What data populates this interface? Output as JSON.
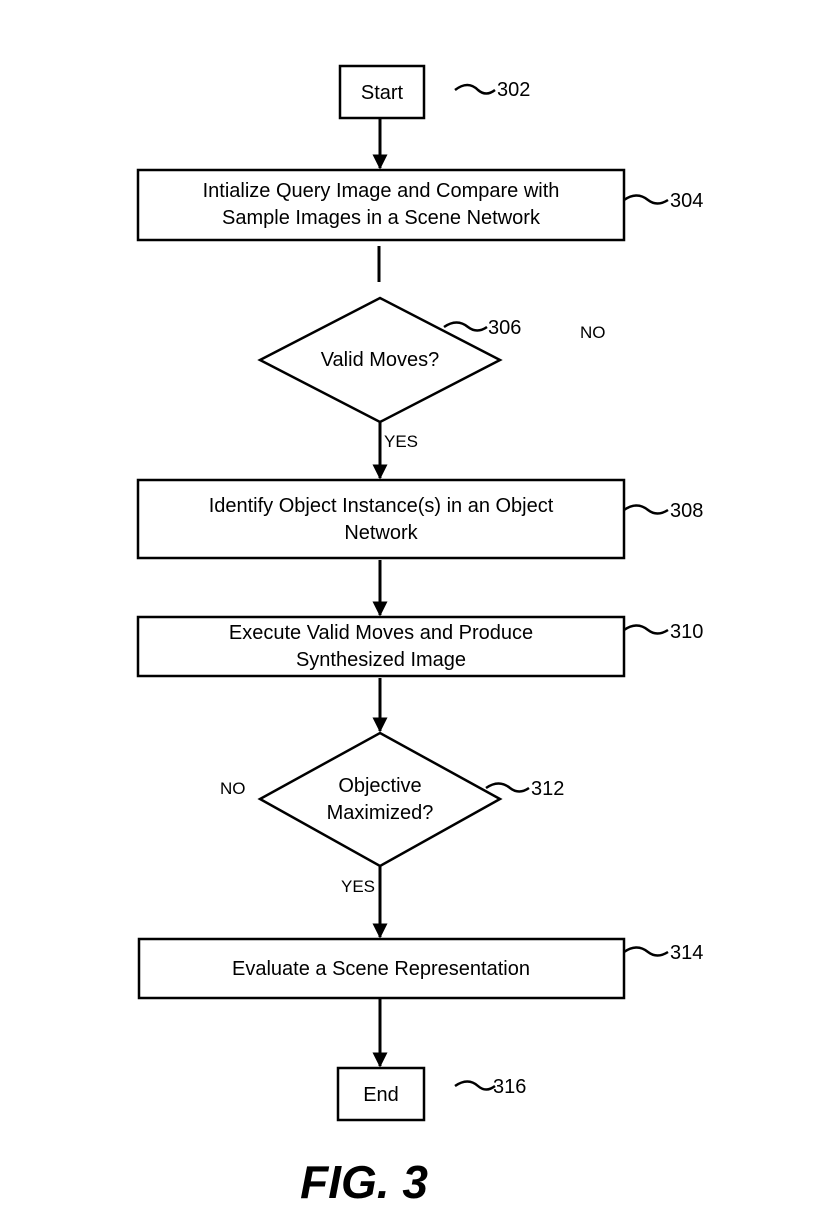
{
  "nodes": {
    "start": {
      "label": "Start",
      "ref": "302"
    },
    "init": {
      "line1": "Intialize Query Image and Compare with",
      "line2": "Sample Images in a Scene Network",
      "ref": "304"
    },
    "valid_moves": {
      "label": "Valid Moves?",
      "ref": "306"
    },
    "identify": {
      "line1": "Identify Object Instance(s) in an Object",
      "line2": "Network",
      "ref": "308"
    },
    "execute": {
      "line1": "Execute Valid Moves and Produce",
      "line2": "Synthesized Image",
      "ref": "310"
    },
    "objective": {
      "line1": "Objective",
      "line2": "Maximized?",
      "ref": "312"
    },
    "evaluate": {
      "label": "Evaluate a Scene Representation",
      "ref": "314"
    },
    "end": {
      "label": "End",
      "ref": "316"
    }
  },
  "edges": {
    "valid_yes": "YES",
    "valid_no": "NO",
    "objective_yes": "YES",
    "objective_no": "NO"
  },
  "figure": {
    "caption": "FIG. 3"
  }
}
